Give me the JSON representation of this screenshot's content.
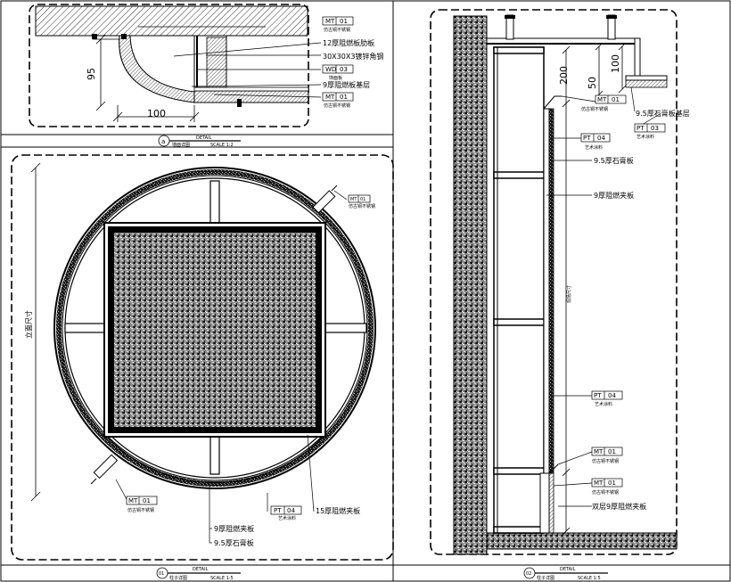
{
  "panel_a": {
    "callouts": {
      "mt_top": {
        "code": "MT",
        "num": "01",
        "desc": "仿古铜不锈钢"
      },
      "rib": "12厚阻燃板肋板",
      "angle": "30X30X3镀锌角钢",
      "wd": {
        "code": "WD",
        "num": "03",
        "desc": "饰面板"
      },
      "base": "9厚阻燃板基层",
      "mt_bottom": {
        "code": "MT",
        "num": "01",
        "desc": "仿古铜不锈钢"
      }
    },
    "dims": {
      "vertical": "95",
      "horizontal": "100"
    },
    "title": {
      "marker": "a",
      "word": "DETAIL",
      "sub": "墙面详图",
      "scale": "SCALE 1:2"
    }
  },
  "panel_01": {
    "callouts": {
      "mt_tr": {
        "code": "MT",
        "num": "01",
        "desc": "仿古铜不锈钢"
      },
      "mt_bl": {
        "code": "MT",
        "num": "01",
        "desc": "仿古铜不锈钢"
      },
      "pt": {
        "code": "PT",
        "num": "04",
        "desc": "艺术涂料"
      },
      "ply15": "15厚阻燃夹板",
      "ply9": "9厚阻燃夹板",
      "gyp": "9.5厚石膏板"
    },
    "dim_vertical": "立面尺寸",
    "title": {
      "marker": "01",
      "word": "DETAIL",
      "sub": "柱子详图",
      "scale": "SCALE 1:5"
    }
  },
  "panel_02": {
    "callouts": {
      "mt_top": {
        "code": "MT",
        "num": "01",
        "desc": "仿古铜不锈钢"
      },
      "gyp_base": "9.5厚石膏板基层",
      "pt_top_right": {
        "code": "PT",
        "num": "03",
        "desc": "艺术涂料"
      },
      "pt_left": {
        "code": "PT",
        "num": "04",
        "desc": "艺术涂料"
      },
      "gyp": "9.5厚石膏板",
      "ply9": "9厚阻燃夹板",
      "pt_mid": {
        "code": "PT",
        "num": "04",
        "desc": "艺术涂料"
      },
      "mt_low1": {
        "code": "MT",
        "num": "01",
        "desc": "仿古铜不锈钢"
      },
      "mt_low2": {
        "code": "MT",
        "num": "01",
        "desc": "仿古铜不锈钢"
      },
      "double_ply": "双层9厚阻燃夹板"
    },
    "dims": {
      "d200": "200",
      "d100": "100",
      "d50": "50",
      "height": "现场尺寸"
    },
    "title": {
      "marker": "02",
      "word": "DETAIL",
      "sub": "柱子详图",
      "scale": "SCALE 1:5"
    }
  }
}
